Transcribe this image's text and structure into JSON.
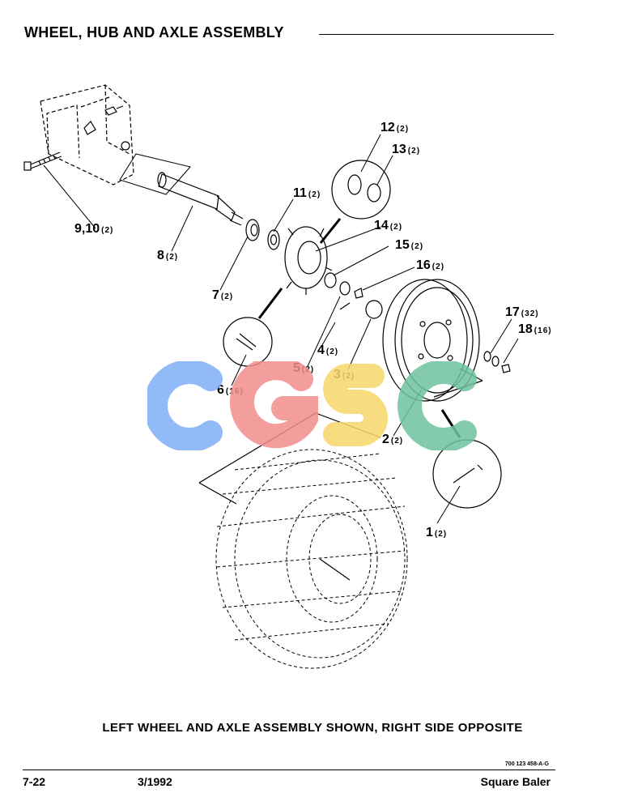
{
  "header": {
    "title": "WHEEL, HUB AND AXLE ASSEMBLY"
  },
  "callouts": [
    {
      "id": "lbl-12",
      "num": "12",
      "qty": "(2)"
    },
    {
      "id": "lbl-13",
      "num": "13",
      "qty": "(2)"
    },
    {
      "id": "lbl-11",
      "num": "11",
      "qty": "(2)"
    },
    {
      "id": "lbl-14",
      "num": "14",
      "qty": "(2)"
    },
    {
      "id": "lbl-15",
      "num": "15",
      "qty": "(2)"
    },
    {
      "id": "lbl-16",
      "num": "16",
      "qty": "(2)"
    },
    {
      "id": "lbl-9-10",
      "num": "9,10",
      "qty": "(2)"
    },
    {
      "id": "lbl-8",
      "num": "8",
      "qty": "(2)"
    },
    {
      "id": "lbl-7",
      "num": "7",
      "qty": "(2)"
    },
    {
      "id": "lbl-17",
      "num": "17",
      "qty": "(32)"
    },
    {
      "id": "lbl-18",
      "num": "18",
      "qty": "(16)"
    },
    {
      "id": "lbl-4",
      "num": "4",
      "qty": "(2)"
    },
    {
      "id": "lbl-5",
      "num": "5",
      "qty": "(2)"
    },
    {
      "id": "lbl-3",
      "num": "3",
      "qty": "(2)"
    },
    {
      "id": "lbl-6",
      "num": "6",
      "qty": "(16)"
    },
    {
      "id": "lbl-2",
      "num": "2",
      "qty": "(2)"
    },
    {
      "id": "lbl-1",
      "num": "1",
      "qty": "(2)"
    }
  ],
  "caption": "LEFT WHEEL AND AXLE ASSEMBLY SHOWN, RIGHT SIDE OPPOSITE",
  "footer": {
    "code": "700 123 458-A-G",
    "page": "7-22",
    "date": "3/1992",
    "product": "Square Baler"
  },
  "watermark": {
    "letters": [
      "C",
      "G",
      "S",
      "C"
    ],
    "colors": [
      "#7FAEF5",
      "#F28C8C",
      "#F7D76B",
      "#6FC3A0"
    ]
  }
}
